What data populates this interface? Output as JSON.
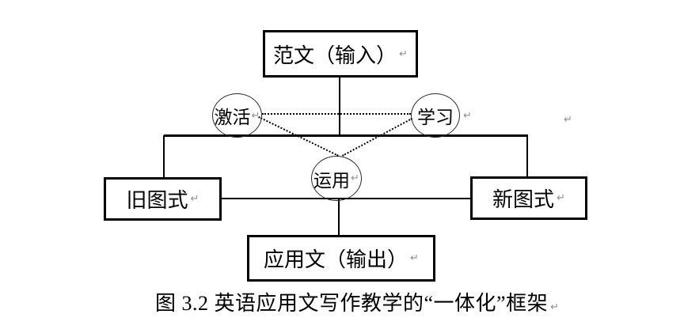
{
  "figure": {
    "nodes": {
      "input": {
        "label": "范文（输入）"
      },
      "activate": {
        "label": "激活"
      },
      "learn": {
        "label": "学习"
      },
      "apply": {
        "label": "运用"
      },
      "old_schema": {
        "label": "旧图式"
      },
      "new_schema": {
        "label": "新图式"
      },
      "output": {
        "label": "应用文（输出）"
      }
    },
    "edges": [
      {
        "from": "input",
        "to": "trunk-junction",
        "style": "solid"
      },
      {
        "from": "trunk-left",
        "to": "old_schema",
        "style": "solid"
      },
      {
        "from": "trunk-right",
        "to": "new_schema",
        "style": "solid"
      },
      {
        "from": "old_schema",
        "to": "new_schema",
        "style": "solid",
        "via": "apply"
      },
      {
        "from": "apply",
        "to": "output",
        "style": "solid"
      },
      {
        "from": "activate",
        "to": "learn",
        "style": "dotted"
      },
      {
        "from": "activate",
        "to": "apply",
        "style": "dotted"
      },
      {
        "from": "learn",
        "to": "apply",
        "style": "dotted"
      }
    ],
    "caption": "图 3.2  英语应用文写作教学的“一体化”框架",
    "pilcrow": "↵",
    "colors": {
      "line": "#000000",
      "text": "#000000",
      "pilcrow": "#8f8f8f",
      "background": "#ffffff"
    }
  }
}
